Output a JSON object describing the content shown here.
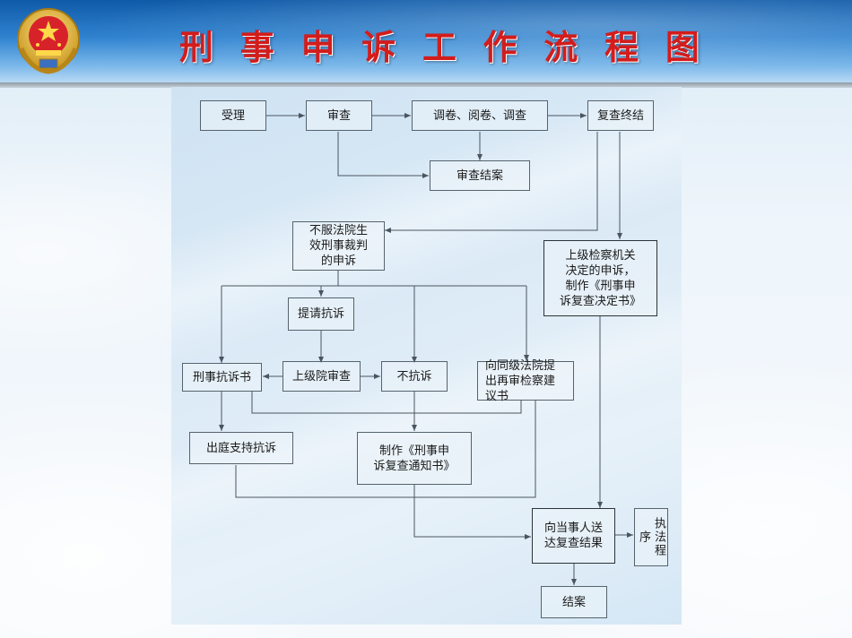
{
  "header": {
    "title": [
      "刑",
      "事",
      "申",
      "诉",
      "工",
      "作",
      "流",
      "程",
      "图"
    ],
    "emblem_icon": "procuratorate-emblem-icon"
  },
  "colors": {
    "title": "#d31c1c",
    "header_blue": "#2f82cf",
    "line": "#4a5560"
  },
  "flowchart": {
    "nodes": {
      "accept": "受理",
      "review": "审查",
      "investigate": "调卷、阅卷、调查",
      "final_review": "复查终结",
      "review_closed": "审查结案",
      "court_complaint": "不服法院生\n效刑事裁判\n的申诉",
      "superior_decision": "上级检察机关\n决定的申诉，\n制作《刑事申\n诉复查决定书》",
      "request_protest": "提请抗诉",
      "protest_letter": "刑事抗诉书",
      "superior_review": "上级院审查",
      "no_protest": "不抗诉",
      "retrial_suggestion": "向同级法院提\n出再审检察建\n议书",
      "court_support": "出庭支持抗诉",
      "notice": "制作《刑事申\n诉复查通知书》",
      "deliver_result": "向当事人送\n达复查结果",
      "enforcement": "执法程序",
      "case_closed": "结案"
    }
  }
}
